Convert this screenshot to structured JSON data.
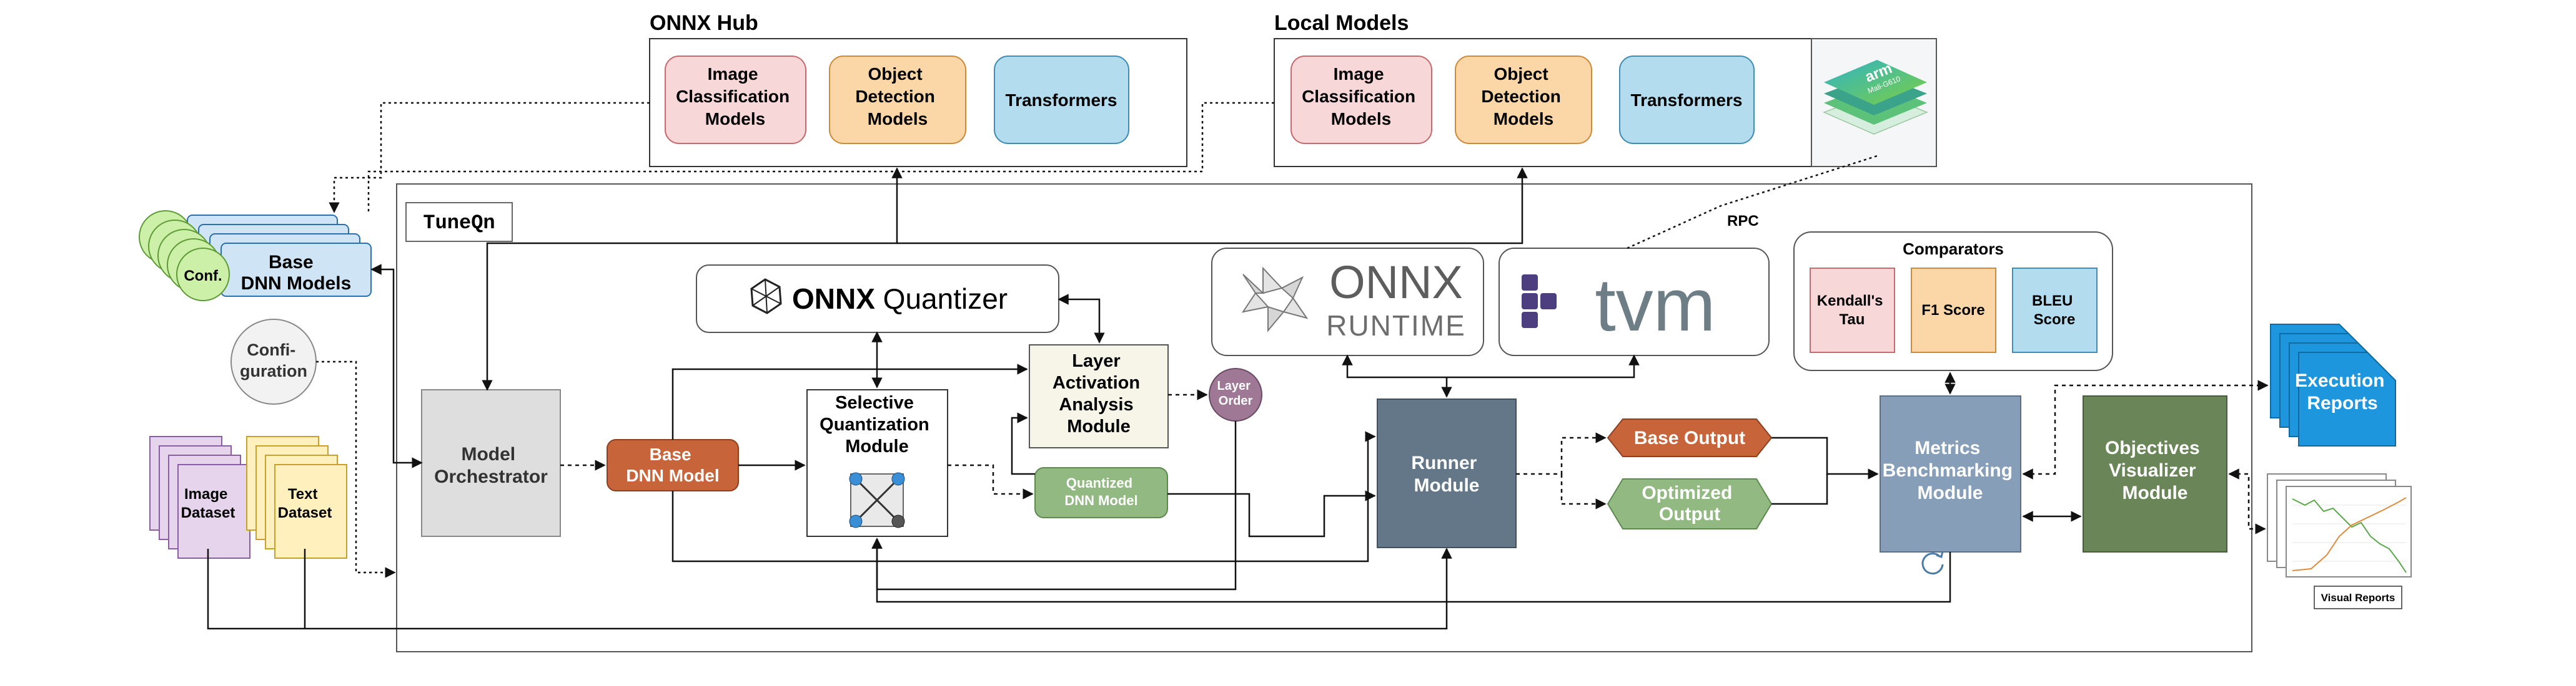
{
  "groups": {
    "onnx_hub": {
      "title": "ONNX Hub",
      "image_classification": [
        "Image",
        "Classification",
        "Models"
      ],
      "object_detection": [
        "Object",
        "Detection",
        "Models"
      ],
      "transformers": "Transformers"
    },
    "local_models": {
      "title": "Local Models",
      "image_classification": [
        "Image",
        "Classification",
        "Models"
      ],
      "object_detection": [
        "Object",
        "Detection",
        "Models"
      ],
      "transformers": "Transformers"
    }
  },
  "hardware": {
    "brand": "arm",
    "product": "Mali-G610",
    "rpc_label": "RPC"
  },
  "inputs": {
    "base_models": [
      "Base",
      "DNN Models"
    ],
    "conf_badge": "Conf.",
    "configuration": [
      "Confi-",
      "guration"
    ],
    "image_dataset": [
      "Image",
      "Dataset"
    ],
    "text_dataset": [
      "Text",
      "Dataset"
    ]
  },
  "tuneqn": {
    "label": "TuneQn",
    "model_orchestrator": [
      "Model",
      "Orchestrator"
    ],
    "base_dnn_model": [
      "Base",
      "DNN Model"
    ],
    "quantizer": {
      "bold": "ONNX",
      "rest": " Quantizer"
    },
    "selective_quantization": [
      "Selective",
      "Quantization",
      "Module"
    ],
    "layer_activation": [
      "Layer",
      "Activation",
      "Analysis",
      "Module"
    ],
    "layer_order": [
      "Layer",
      "Order"
    ],
    "quantized_dnn_model": [
      "Quantized",
      "DNN Model"
    ],
    "onnx_runtime": {
      "top": "ONNX",
      "bottom": "RUNTIME"
    },
    "tvm": "tvm",
    "runner_module": [
      "Runner",
      "Module"
    ],
    "base_output": "Base Output",
    "optimized_output": [
      "Optimized",
      "Output"
    ],
    "comparators": {
      "title": "Comparators",
      "kendall": [
        "Kendall's",
        "Tau"
      ],
      "f1": "F1 Score",
      "bleu": [
        "BLEU",
        "Score"
      ]
    },
    "metrics_module": [
      "Metrics",
      "Benchmarking",
      "Module"
    ],
    "objectives_module": [
      "Objectives",
      "Visualizer",
      "Module"
    ]
  },
  "outputs": {
    "execution_reports": [
      "Execution",
      "Reports"
    ],
    "visual_reports": "Visual Reports"
  },
  "colors": {
    "onnx_pink": "#f8d7d8",
    "onnx_orange": "#fbd7a8",
    "onnx_blue": "#b3dcef",
    "base_dnn_orange": "#c8643a",
    "quantized_green": "#92b982",
    "runner_slate": "#637789",
    "metrics_blue": "#879eb8",
    "objectives_green": "#6a8558",
    "execution_blue": "#1e96dd",
    "conf_green": "#ccf0a8",
    "image_dataset_purple": "#e6d3ec",
    "text_dataset_yellow": "#fff0be",
    "layer_order_purple": "#9e7894"
  }
}
